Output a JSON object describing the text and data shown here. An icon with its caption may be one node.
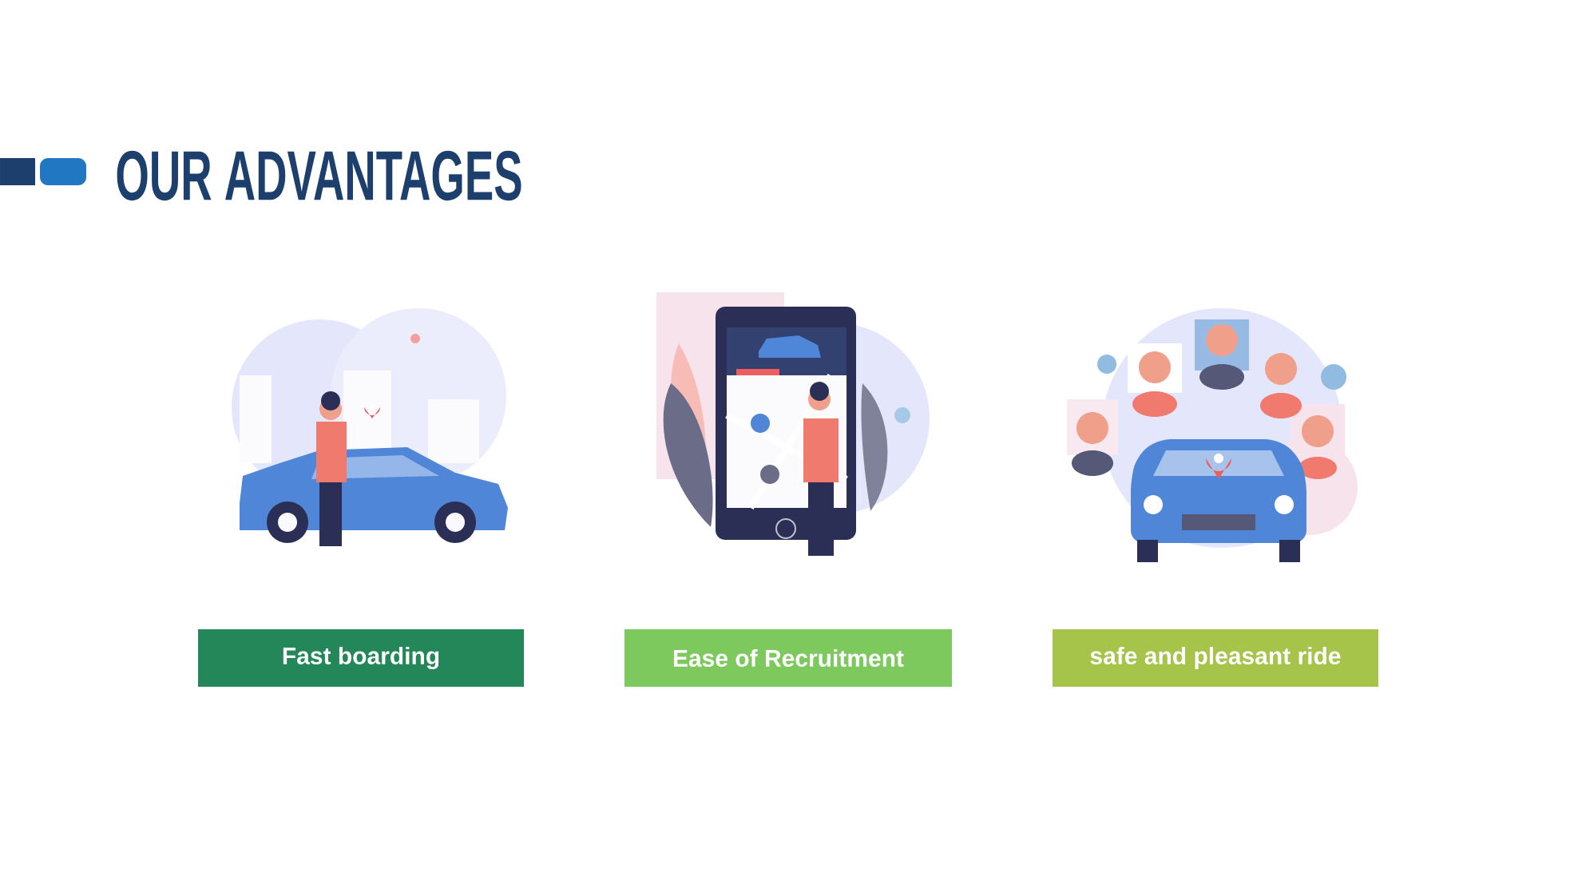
{
  "diagram": {
    "title": "OUR ADVANTAGES",
    "nodes": [
      {
        "text": [
          "Fast boarding"
        ]
      },
      {
        "text": [
          "Ease of Recruitment"
        ]
      },
      {
        "text": [
          "safe and pleasant ride"
        ]
      }
    ]
  }
}
